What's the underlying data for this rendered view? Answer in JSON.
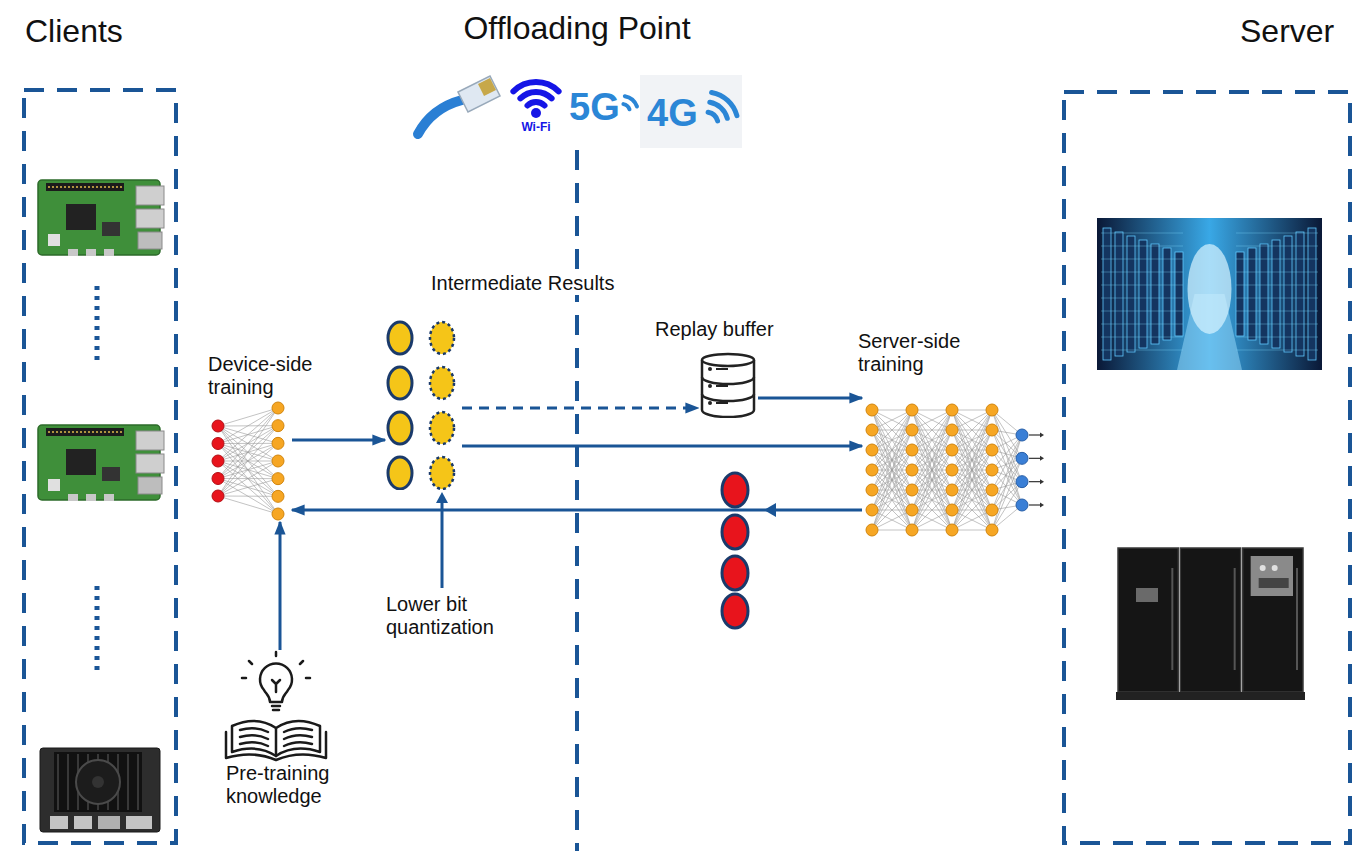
{
  "diagram": {
    "nodes": [
      {
        "text": [
          "Clients"
        ]
      },
      {
        "text": [
          "Server"
        ]
      },
      {
        "text": [
          "Device-side training"
        ]
      },
      {
        "text": [
          "Intermediate Results"
        ]
      },
      {
        "text": [
          "Replay buffer"
        ]
      },
      {
        "text": [
          "Server-side training"
        ]
      },
      {
        "text": [
          "Pre-training knowledge"
        ]
      }
    ],
    "edges": [
      {
        "from": 2,
        "to": 3,
        "arrow": "to"
      },
      {
        "from": 3,
        "to": 4,
        "arrow": "to"
      },
      {
        "from": 3,
        "to": 5,
        "arrow": "to"
      },
      {
        "from": 4,
        "to": 5,
        "arrow": "to"
      },
      {
        "from": 5,
        "to": 2,
        "arrow": "to"
      },
      {
        "from": 6,
        "to": 2,
        "arrow": "to"
      }
    ],
    "labels": [
      "Offloading Point",
      "Wi-Fi",
      "5G",
      "4G",
      "Lower bit quantization"
    ]
  }
}
